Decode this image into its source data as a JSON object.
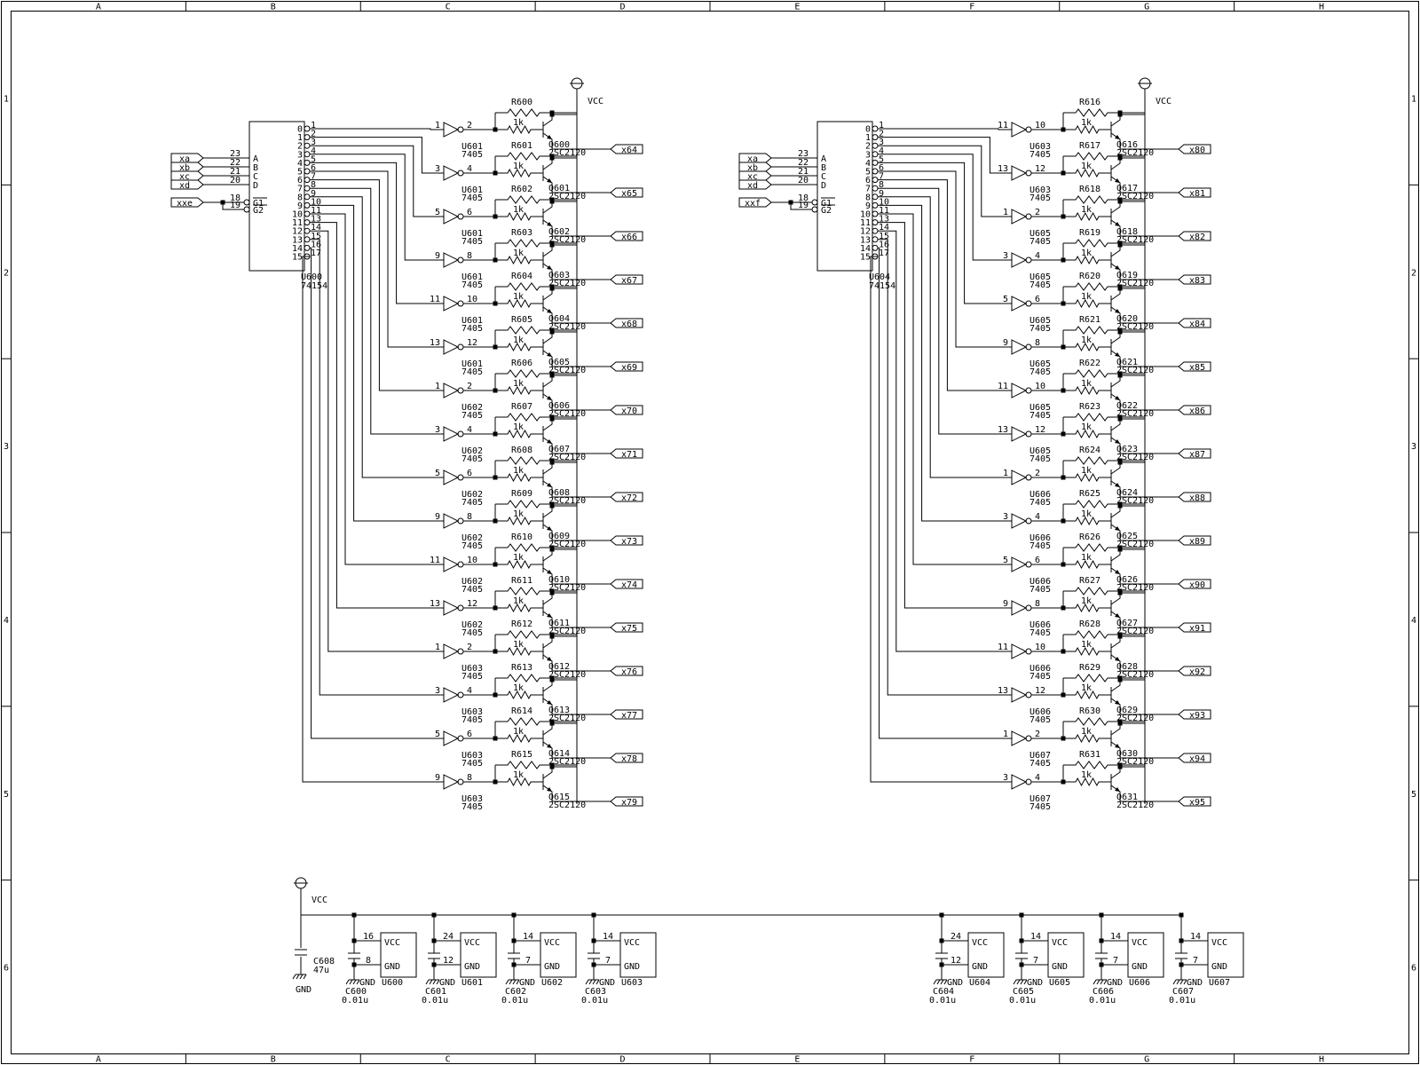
{
  "frame": {
    "col_labels": [
      "A",
      "B",
      "C",
      "D",
      "E",
      "F",
      "G",
      "H"
    ],
    "row_labels": [
      "1",
      "2",
      "3",
      "4",
      "5",
      "6"
    ]
  },
  "left_block": {
    "decoder": {
      "ref": "U600",
      "part": "74154"
    },
    "address_nets": [
      {
        "name": "xa",
        "pin": "23",
        "func": "A"
      },
      {
        "name": "xb",
        "pin": "22",
        "func": "B"
      },
      {
        "name": "xc",
        "pin": "21",
        "func": "C"
      },
      {
        "name": "xd",
        "pin": "20",
        "func": "D"
      }
    ],
    "enable_net": "xxe",
    "enable_pins": [
      "18",
      "19"
    ],
    "enable_funcs": [
      "G1",
      "G2"
    ],
    "output_names": [
      "0",
      "1",
      "2",
      "3",
      "4",
      "5",
      "6",
      "7",
      "8",
      "9",
      "10",
      "11",
      "12",
      "13",
      "14",
      "15"
    ],
    "output_pins": [
      "1",
      "2",
      "3",
      "4",
      "5",
      "6",
      "7",
      "8",
      "9",
      "10",
      "11",
      "13",
      "14",
      "15",
      "16",
      "17"
    ],
    "vcc_label": "VCC",
    "drivers": [
      {
        "inv_ref": "U601",
        "inv_in": "1",
        "inv_out": "2",
        "res": "R600",
        "q": "Q600",
        "net": "x64"
      },
      {
        "inv_ref": "U601",
        "inv_in": "3",
        "inv_out": "4",
        "res": "R601",
        "q": "Q601",
        "net": "x65"
      },
      {
        "inv_ref": "U601",
        "inv_in": "5",
        "inv_out": "6",
        "res": "R602",
        "q": "Q602",
        "net": "x66"
      },
      {
        "inv_ref": "U601",
        "inv_in": "9",
        "inv_out": "8",
        "res": "R603",
        "q": "Q603",
        "net": "x67"
      },
      {
        "inv_ref": "U601",
        "inv_in": "11",
        "inv_out": "10",
        "res": "R604",
        "q": "Q604",
        "net": "x68"
      },
      {
        "inv_ref": "U601",
        "inv_in": "13",
        "inv_out": "12",
        "res": "R605",
        "q": "Q605",
        "net": "x69"
      },
      {
        "inv_ref": "U602",
        "inv_in": "1",
        "inv_out": "2",
        "res": "R606",
        "q": "Q606",
        "net": "x70"
      },
      {
        "inv_ref": "U602",
        "inv_in": "3",
        "inv_out": "4",
        "res": "R607",
        "q": "Q607",
        "net": "x71"
      },
      {
        "inv_ref": "U602",
        "inv_in": "5",
        "inv_out": "6",
        "res": "R608",
        "q": "Q608",
        "net": "x72"
      },
      {
        "inv_ref": "U602",
        "inv_in": "9",
        "inv_out": "8",
        "res": "R609",
        "q": "Q609",
        "net": "x73"
      },
      {
        "inv_ref": "U602",
        "inv_in": "11",
        "inv_out": "10",
        "res": "R610",
        "q": "Q610",
        "net": "x74"
      },
      {
        "inv_ref": "U602",
        "inv_in": "13",
        "inv_out": "12",
        "res": "R611",
        "q": "Q611",
        "net": "x75"
      },
      {
        "inv_ref": "U603",
        "inv_in": "1",
        "inv_out": "2",
        "res": "R612",
        "q": "Q612",
        "net": "x76"
      },
      {
        "inv_ref": "U603",
        "inv_in": "3",
        "inv_out": "4",
        "res": "R613",
        "q": "Q613",
        "net": "x77"
      },
      {
        "inv_ref": "U603",
        "inv_in": "5",
        "inv_out": "6",
        "res": "R614",
        "q": "Q614",
        "net": "x78"
      },
      {
        "inv_ref": "U603",
        "inv_in": "9",
        "inv_out": "8",
        "res": "R615",
        "q": "Q615",
        "net": "x79"
      }
    ]
  },
  "right_block": {
    "decoder": {
      "ref": "U604",
      "part": "74154"
    },
    "address_nets": [
      {
        "name": "xa",
        "pin": "23",
        "func": "A"
      },
      {
        "name": "xb",
        "pin": "22",
        "func": "B"
      },
      {
        "name": "xc",
        "pin": "21",
        "func": "C"
      },
      {
        "name": "xd",
        "pin": "20",
        "func": "D"
      }
    ],
    "enable_net": "xxf",
    "enable_pins": [
      "18",
      "19"
    ],
    "enable_funcs": [
      "G1",
      "G2"
    ],
    "output_names": [
      "0",
      "1",
      "2",
      "3",
      "4",
      "5",
      "6",
      "7",
      "8",
      "9",
      "10",
      "11",
      "12",
      "13",
      "14",
      "15"
    ],
    "output_pins": [
      "1",
      "2",
      "3",
      "4",
      "5",
      "6",
      "7",
      "8",
      "9",
      "10",
      "11",
      "13",
      "14",
      "15",
      "16",
      "17"
    ],
    "vcc_label": "VCC",
    "drivers": [
      {
        "inv_ref": "U603",
        "inv_in": "11",
        "inv_out": "10",
        "res": "R616",
        "q": "Q616",
        "net": "x80"
      },
      {
        "inv_ref": "U603",
        "inv_in": "13",
        "inv_out": "12",
        "res": "R617",
        "q": "Q617",
        "net": "x81"
      },
      {
        "inv_ref": "U605",
        "inv_in": "1",
        "inv_out": "2",
        "res": "R618",
        "q": "Q618",
        "net": "x82"
      },
      {
        "inv_ref": "U605",
        "inv_in": "3",
        "inv_out": "4",
        "res": "R619",
        "q": "Q619",
        "net": "x83"
      },
      {
        "inv_ref": "U605",
        "inv_in": "5",
        "inv_out": "6",
        "res": "R620",
        "q": "Q620",
        "net": "x84"
      },
      {
        "inv_ref": "U605",
        "inv_in": "9",
        "inv_out": "8",
        "res": "R621",
        "q": "Q621",
        "net": "x85"
      },
      {
        "inv_ref": "U605",
        "inv_in": "11",
        "inv_out": "10",
        "res": "R622",
        "q": "Q622",
        "net": "x86"
      },
      {
        "inv_ref": "U605",
        "inv_in": "13",
        "inv_out": "12",
        "res": "R623",
        "q": "Q623",
        "net": "x87"
      },
      {
        "inv_ref": "U606",
        "inv_in": "1",
        "inv_out": "2",
        "res": "R624",
        "q": "Q624",
        "net": "x88"
      },
      {
        "inv_ref": "U606",
        "inv_in": "3",
        "inv_out": "4",
        "res": "R625",
        "q": "Q625",
        "net": "x89"
      },
      {
        "inv_ref": "U606",
        "inv_in": "5",
        "inv_out": "6",
        "res": "R626",
        "q": "Q626",
        "net": "x90"
      },
      {
        "inv_ref": "U606",
        "inv_in": "9",
        "inv_out": "8",
        "res": "R627",
        "q": "Q627",
        "net": "x91"
      },
      {
        "inv_ref": "U606",
        "inv_in": "11",
        "inv_out": "10",
        "res": "R628",
        "q": "Q628",
        "net": "x92"
      },
      {
        "inv_ref": "U606",
        "inv_in": "13",
        "inv_out": "12",
        "res": "R629",
        "q": "Q629",
        "net": "x93"
      },
      {
        "inv_ref": "U607",
        "inv_in": "1",
        "inv_out": "2",
        "res": "R630",
        "q": "Q630",
        "net": "x94"
      },
      {
        "inv_ref": "U607",
        "inv_in": "3",
        "inv_out": "4",
        "res": "R631",
        "q": "Q631",
        "net": "x95"
      }
    ]
  },
  "driver_common": {
    "inv_part": "7405",
    "res_value": "1k",
    "q_part": "2SC2120"
  },
  "power": {
    "vcc_label": "VCC",
    "gnd_label": "GND",
    "bulk_cap": {
      "ref": "C608",
      "value": "47u"
    },
    "decoupling": [
      {
        "cap": "C600",
        "value": "0.01u",
        "chip": "U600",
        "vcc_pin": "16",
        "gnd_pin": "8"
      },
      {
        "cap": "C601",
        "value": "0.01u",
        "chip": "U601",
        "vcc_pin": "24",
        "gnd_pin": "12"
      },
      {
        "cap": "C602",
        "value": "0.01u",
        "chip": "U602",
        "vcc_pin": "14",
        "gnd_pin": "7"
      },
      {
        "cap": "C603",
        "value": "0.01u",
        "chip": "U603",
        "vcc_pin": "14",
        "gnd_pin": "7"
      },
      {
        "cap": "C604",
        "value": "0.01u",
        "chip": "U604",
        "vcc_pin": "24",
        "gnd_pin": "12"
      },
      {
        "cap": "C605",
        "value": "0.01u",
        "chip": "U605",
        "vcc_pin": "14",
        "gnd_pin": "7"
      },
      {
        "cap": "C606",
        "value": "0.01u",
        "chip": "U606",
        "vcc_pin": "14",
        "gnd_pin": "7"
      },
      {
        "cap": "C607",
        "value": "0.01u",
        "chip": "U607",
        "vcc_pin": "14",
        "gnd_pin": "7"
      }
    ]
  }
}
